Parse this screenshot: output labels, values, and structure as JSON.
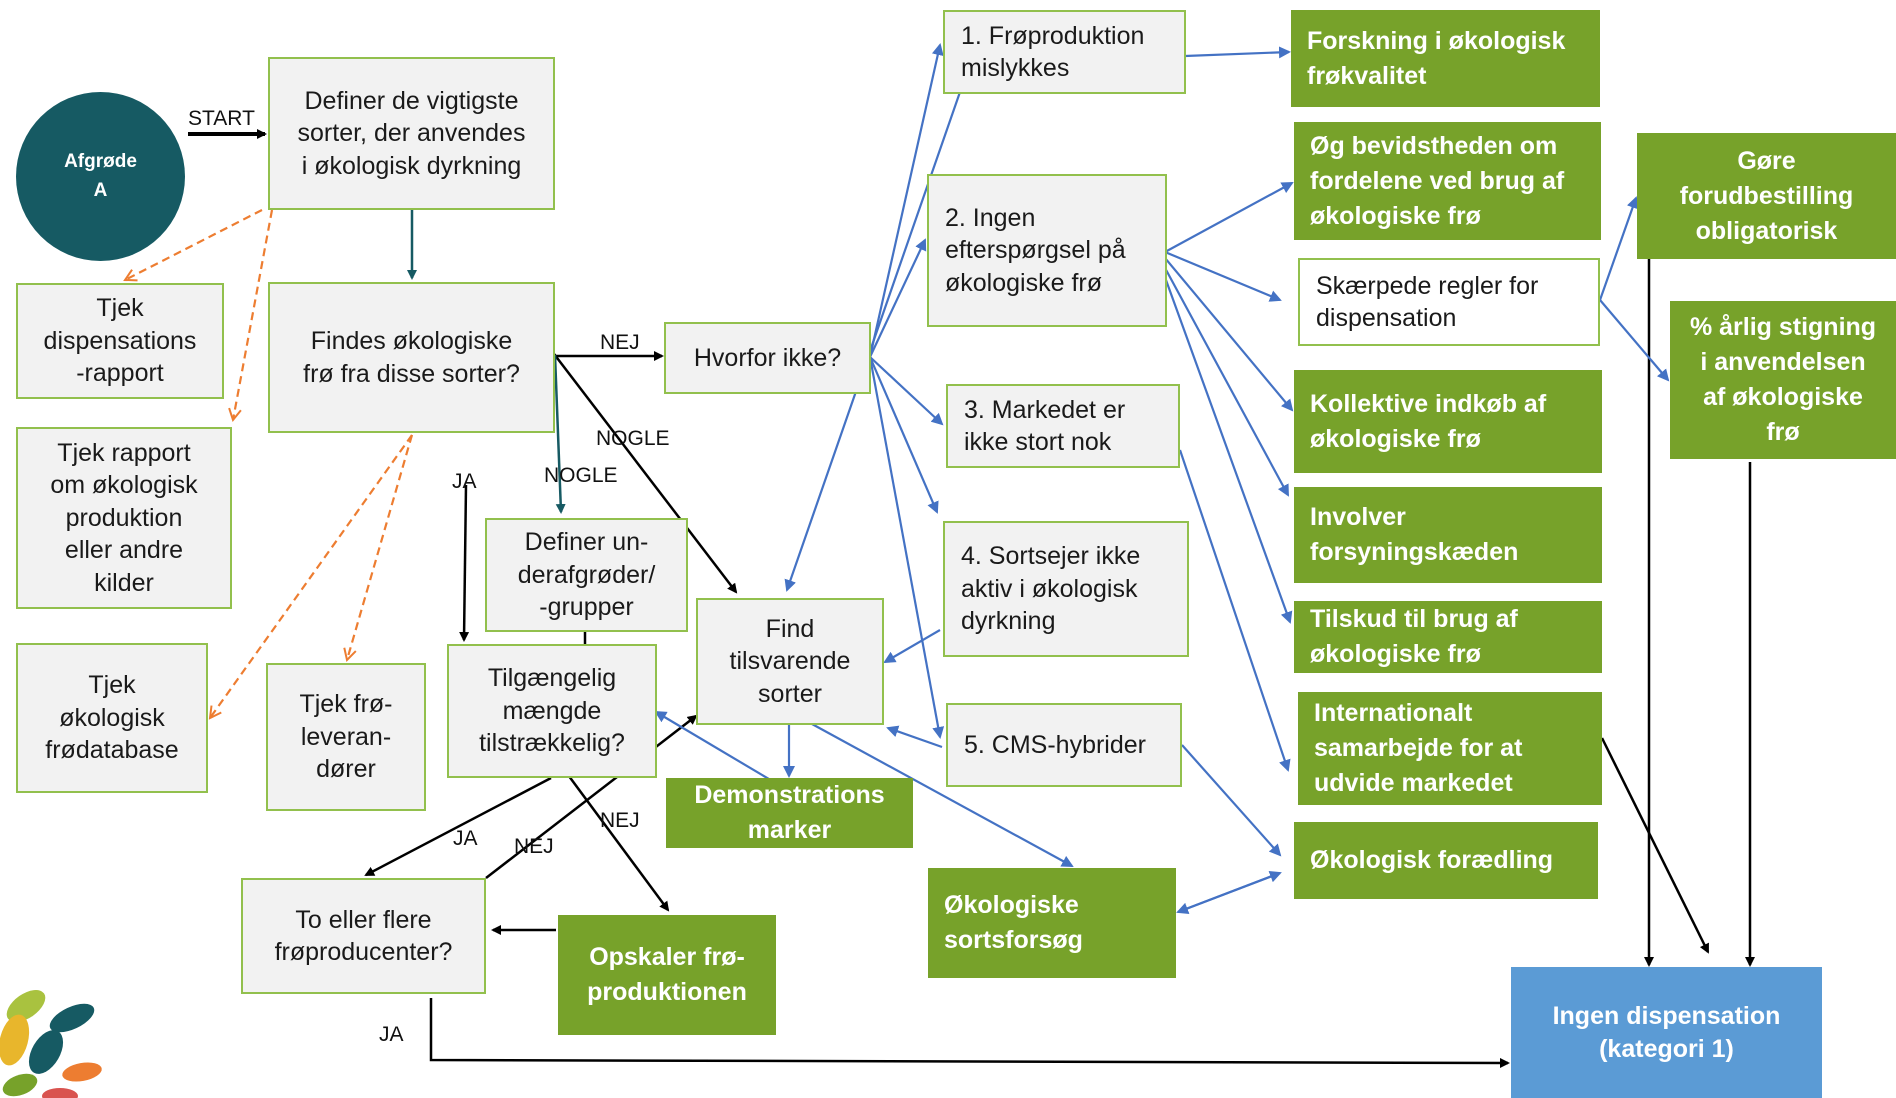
{
  "start_node": {
    "label": "Afgrøde\nA"
  },
  "edge_labels": {
    "start": "START",
    "nej_1": "NEJ",
    "nogle_1": "NOGLE",
    "nogle_2": "NOGLE",
    "ja_1": "JA",
    "ja_2": "JA",
    "nej_2": "NEJ",
    "nej_3": "NEJ",
    "ja_3": "JA"
  },
  "process": {
    "define_varieties": "Definer de vigtigste\nsorter, der anvendes\ni økologisk dyrkning",
    "find_seed": "Findes økologiske\nfrø fra disse sorter?",
    "why_not": "Hvorfor ikke?",
    "define_subcrops": "Definer un-\nderafgrøder/\n-grupper",
    "available_qty": "Tilgængelig\nmængde\ntilstrækkelig?",
    "find_similar": "Find\ntilsvarende\nsorter",
    "two_producers": "To eller flere\nfrøproducenter?"
  },
  "checks": {
    "dispensation_report": "Tjek\ndispensations\n-rapport",
    "report_production": "Tjek rapport\nom økologisk\nproduktion\neller andre\nkilder",
    "seed_database": "Tjek\nøkologisk\nfrødatabase",
    "seed_suppliers": "Tjek frø-\nleveran-\ndører"
  },
  "reasons": {
    "r1": "1. Frøproduktion\nmislykkes",
    "r2": "2. Ingen\nefterspørgsel på\nøkologiske frø",
    "r3": "3. Markedet er\nikke stort nok",
    "r4": "4. Sortsejer ikke\naktiv i økologisk\ndyrkning",
    "r5": "5. CMS-hybrider"
  },
  "actions": {
    "research_quality": "Forskning i økologisk\nfrøkvalitet",
    "raise_awareness": "Øg bevidstheden om\nfordelene ved brug af\nøkologiske frø",
    "stricter_rules": "Skærpede regler for\ndispensation",
    "collective_purchase": "Kollektive indkøb af\nøkologiske frø",
    "involve_chain": "Involver\nforsyningskæden",
    "subsidy": "Tilskud til brug af\nøkologiske frø",
    "international": "Internationalt\nsamarbejde for at\nudvide markedet",
    "breeding": "Økologisk forædling",
    "variety_trials": "Økologiske\nsortsforsøg",
    "demo_fields": "Demonstrations\nmarker",
    "scale_up": "Opskaler frø-\nproduktionen",
    "mandatory_preorder": "Gøre\nforudbestilling\nobligatorisk",
    "annual_increase": "% årlig stigning\ni anvendelsen\naf økologiske\nfrø"
  },
  "outcome": {
    "no_dispensation": "Ingen dispensation\n(kategori 1)"
  },
  "colors": {
    "teal": "#165a63",
    "green": "#77a22a",
    "blue_box": "#5b9bd5",
    "blue_arrow": "#4472c4",
    "orange_dashed": "#ed7d31",
    "black_arrow": "#000000"
  }
}
